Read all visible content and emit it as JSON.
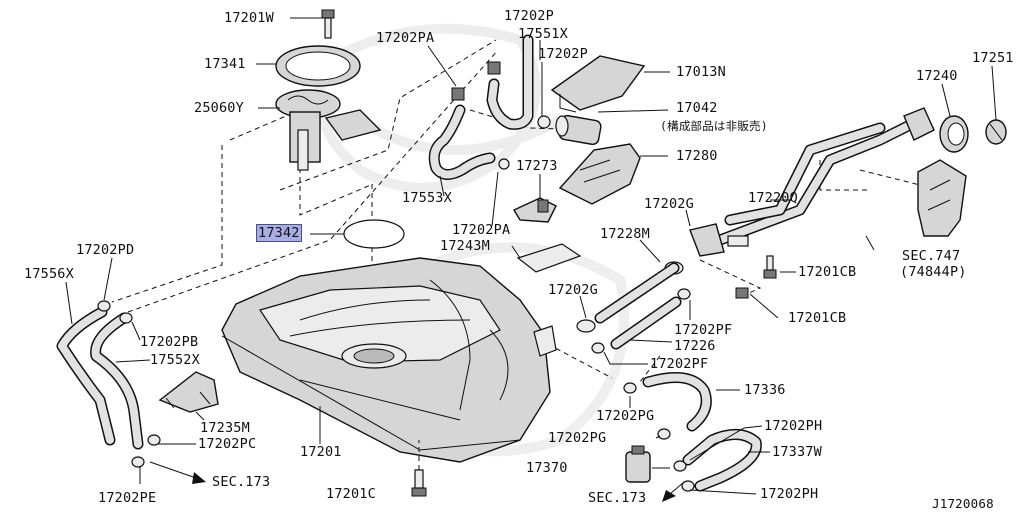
{
  "diagram_code": "J1720068",
  "labels": {
    "p17201W": "17201W",
    "p17341": "17341",
    "p25060Y": "25060Y",
    "p17202PA_top": "17202PA",
    "p17202P_top": "17202P",
    "p17551X": "17551X",
    "p17202P_mid": "17202P",
    "p17013N": "17013N",
    "p17042": "17042",
    "p17042_note": "(構成部品は非販売)",
    "p17240": "17240",
    "p17251": "17251",
    "p17280": "17280",
    "p17273": "17273",
    "p17553X": "17553X",
    "p17202PA_mid": "17202PA",
    "p17342": "17342",
    "p17243M": "17243M",
    "p17202G_top": "17202G",
    "p17220Q": "17220Q",
    "p17228M": "17228M",
    "p17202PD": "17202PD",
    "p17556X": "17556X",
    "p17202PB": "17202PB",
    "p17552X": "17552X",
    "p17235M": "17235M",
    "p17202PC": "17202PC",
    "p17202PE": "17202PE",
    "sec173_left": "SEC.173",
    "p17201": "17201",
    "p17201C": "17201C",
    "p17202G_mid": "17202G",
    "p17202PF_top": "17202PF",
    "p17226": "17226",
    "p17202PF_bot": "17202PF",
    "p17201CB_top": "17201CB",
    "p17201CB_bot": "17201CB",
    "sec747": "SEC.747",
    "sec747_sub": "(74844P)",
    "p17336": "17336",
    "p17202PG_top": "17202PG",
    "p17202PG_bot": "17202PG",
    "p17370": "17370",
    "p17202PH_top": "17202PH",
    "p17337W": "17337W",
    "p17202PH_bot": "17202PH",
    "sec173_right": "SEC.173"
  }
}
